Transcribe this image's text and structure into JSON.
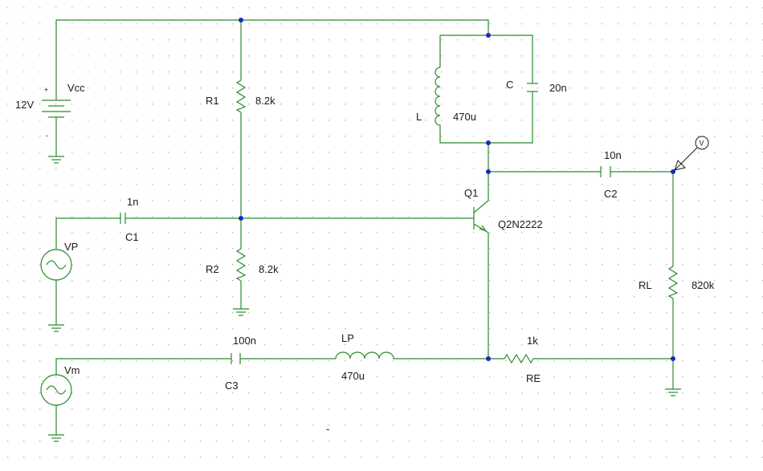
{
  "colors": {
    "wire": "#2a8a2a",
    "node": "#1a28c8",
    "text": "#1a1a1a",
    "grid_dot": "#b8b8b8"
  },
  "labels": {
    "vcc_name": "Vcc",
    "vcc_value": "12V",
    "vcc_plus": "+",
    "vcc_minus": "-",
    "r1_name": "R1",
    "r1_value": "8.2k",
    "r2_name": "R2",
    "r2_value": "8.2k",
    "l_name": "L",
    "l_value": "470u",
    "c_name": "C",
    "c_value": "20n",
    "c1_name": "C1",
    "c1_value": "1n",
    "c2_name": "C2",
    "c2_value": "10n",
    "c3_name": "C3",
    "c3_value": "100n",
    "q1_name": "Q1",
    "q1_model": "Q2N2222",
    "vp_name": "VP",
    "vm_name": "Vm",
    "lp_name": "LP",
    "lp_value": "470u",
    "re_name": "RE",
    "re_value": "1k",
    "rl_name": "RL",
    "rl_value": "820k",
    "probe_text": "V",
    "stray_mark": "-"
  }
}
